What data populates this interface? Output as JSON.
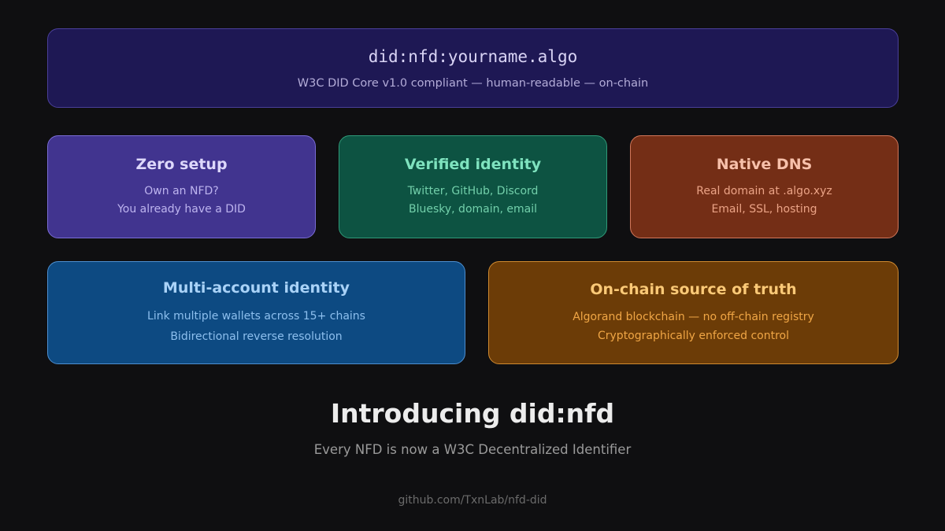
{
  "hero": {
    "title": "did:nfd:yourname.algo",
    "subtitle": "W3C DID Core v1.0 compliant  —  human-readable  —  on-chain"
  },
  "cards": [
    {
      "title": "Zero setup",
      "lines": [
        "Own an NFD?",
        "You already have a DID"
      ]
    },
    {
      "title": "Verified identity",
      "lines": [
        "Twitter, GitHub, Discord",
        "Bluesky, domain, email"
      ]
    },
    {
      "title": "Native DNS",
      "lines": [
        "Real domain at .algo.xyz",
        "Email, SSL, hosting"
      ]
    },
    {
      "title": "Multi-account identity",
      "lines": [
        "Link multiple wallets across 15+ chains",
        "Bidirectional reverse resolution"
      ]
    },
    {
      "title": "On-chain source of truth",
      "lines": [
        "Algorand blockchain — no off-chain registry",
        "Cryptographically enforced control"
      ]
    }
  ],
  "intro": {
    "title": "Introducing did:nfd",
    "subtitle": "Every NFD is now a W3C Decentralized Identifier"
  },
  "footer": {
    "repo": "github.com/TxnLab/nfd-did"
  },
  "colors": {
    "background": "#0f0f11",
    "hero": "#1e1854",
    "purple": "#41348f",
    "green": "#0d5342",
    "red": "#742e16",
    "blue": "#0d4a82",
    "orange": "#6c3c07"
  }
}
